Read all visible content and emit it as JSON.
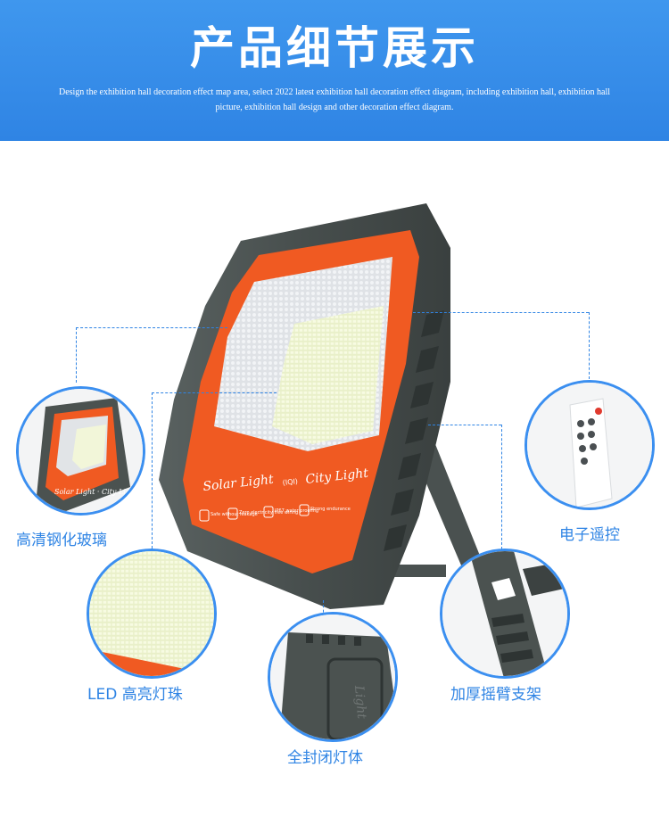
{
  "banner": {
    "title": "产品细节展示",
    "subtitle": "Design the exhibition hall decoration effect map area, select 2022 latest exhibition hall decoration effect diagram, including exhibition hall, exhibition hall picture, exhibition hall design and other decoration effect diagram."
  },
  "product": {
    "brand_left": "Solar Light",
    "brand_center": "(IQI)",
    "brand_right": "City Light",
    "features": [
      "Safe without leakage",
      "Zero electricity free wiring",
      "IP67 water proofing",
      "Strong endurance"
    ],
    "side_text": "Light"
  },
  "callouts": {
    "glass": "高清钢化玻璃",
    "remote": "电子遥控",
    "led": "LED 高亮灯珠",
    "bracket": "加厚摇臂支架",
    "body": "全封闭灯体"
  },
  "colors": {
    "accent": "#2f84e4",
    "body_gray": "#4b5250",
    "panel_orange": "#f05a22"
  }
}
